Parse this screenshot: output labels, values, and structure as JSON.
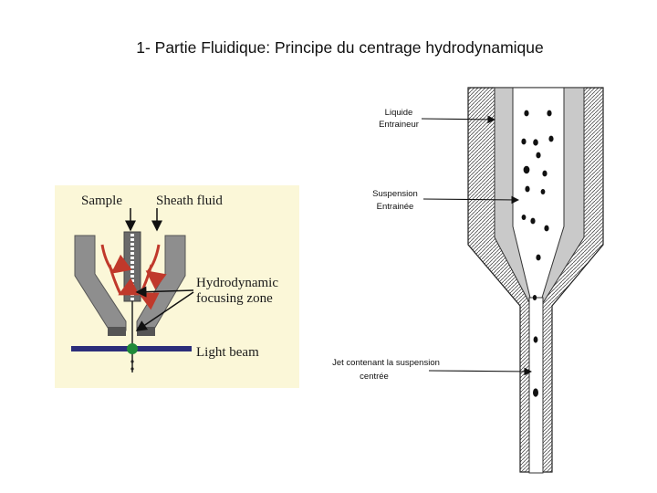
{
  "slide": {
    "title": "1- Partie Fluidique: Principe du centrage hydrodynamique"
  },
  "left_diagram": {
    "label_sample": "Sample",
    "label_sheath": "Sheath fluid",
    "label_focusing_line1": "Hydrodynamic",
    "label_focusing_line2": "focusing zone",
    "label_light": "Light beam",
    "colors": {
      "panel_background": "#fbf7d8",
      "nozzle_gray": "#8e8e8e",
      "sheath_arrow_red": "#c0392b",
      "light_beam": "#2b2d7a",
      "detection_point": "#1f8a3a"
    }
  },
  "right_diagram": {
    "label_liquide_line1": "Liquide",
    "label_liquide_line2": "Entraineur",
    "label_suspension_line1": "Suspension",
    "label_suspension_line2": "Entrainée",
    "label_jet_line1": "Jet contenant la suspension",
    "label_jet_line2": "centrée"
  }
}
